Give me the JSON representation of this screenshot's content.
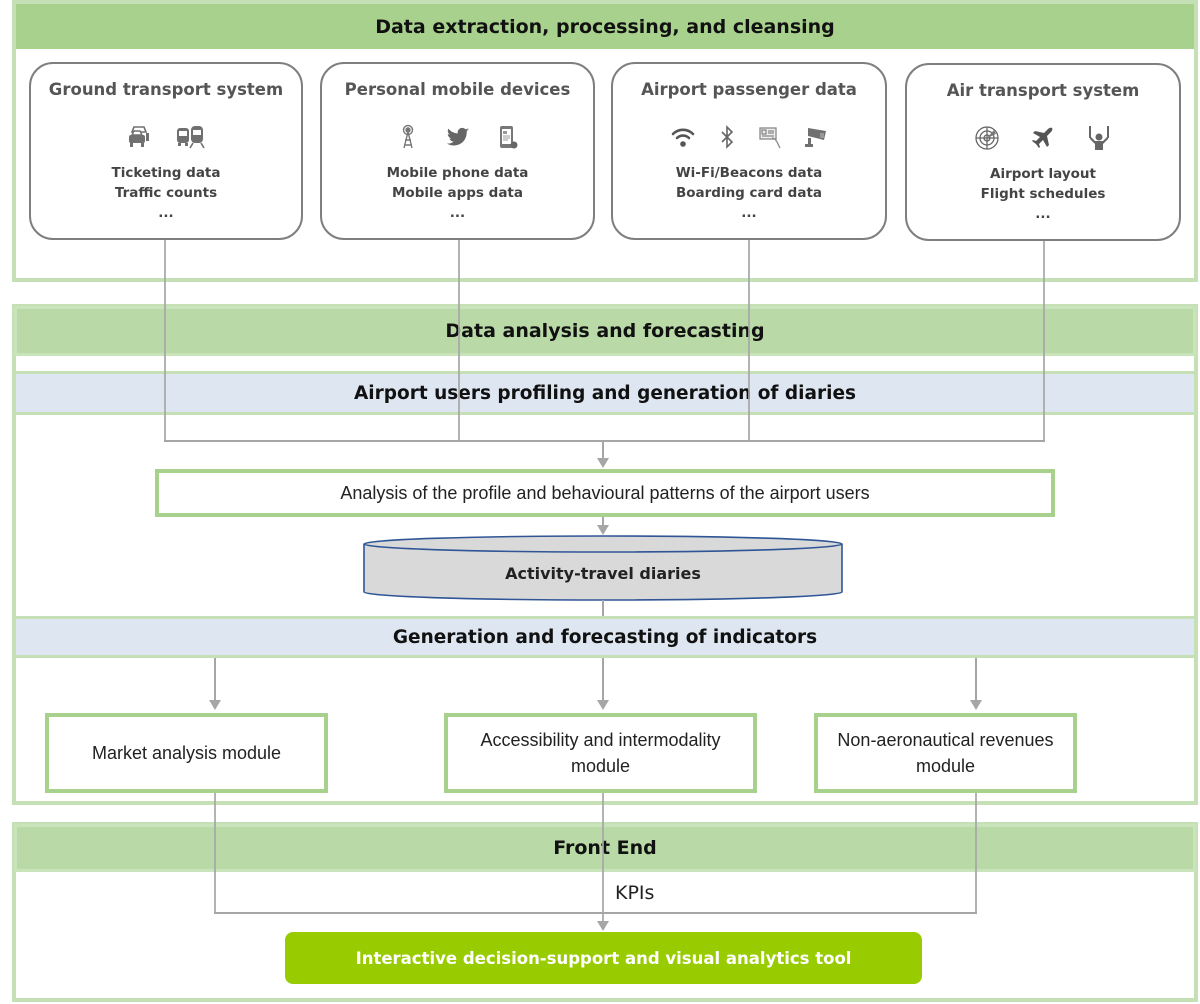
{
  "sections": {
    "extraction": {
      "title": "Data extraction, processing, and cleansing"
    },
    "analysis": {
      "title": "Data analysis and forecasting"
    },
    "frontend": {
      "title": "Front End"
    }
  },
  "sources": [
    {
      "title": "Ground transport system",
      "icons": [
        "cars-icon",
        "bus-train-icon"
      ],
      "lines": [
        "Ticketing data",
        "Traffic counts",
        "..."
      ]
    },
    {
      "title": "Personal mobile devices",
      "icons": [
        "antenna-tower-icon",
        "twitter-bird-icon",
        "mobile-app-icon"
      ],
      "lines": [
        "Mobile phone data",
        "Mobile apps data",
        "..."
      ]
    },
    {
      "title": "Airport passenger data",
      "icons": [
        "wifi-icon",
        "bluetooth-icon",
        "boarding-card-icon",
        "cctv-camera-icon"
      ],
      "lines": [
        "Wi-Fi/Beacons data",
        "Boarding card data",
        "..."
      ]
    },
    {
      "title": "Air transport system",
      "icons": [
        "radar-icon",
        "airplane-icon",
        "marshaller-icon"
      ],
      "lines": [
        "Airport layout",
        "Flight schedules",
        "..."
      ]
    }
  ],
  "profiling": {
    "title": "Airport users profiling and generation of diaries",
    "analysis_box": "Analysis of the profile and behavioural patterns of the airport users",
    "database": "Activity-travel diaries"
  },
  "indicators": {
    "title": "Generation and forecasting of indicators",
    "modules": [
      {
        "line1": "Market analysis module",
        "line2": ""
      },
      {
        "line1": "Accessibility and intermodality",
        "line2": "module"
      },
      {
        "line1": "Non-aeronautical revenues",
        "line2": "module"
      }
    ]
  },
  "frontend": {
    "kpis_label": "KPIs",
    "tool_button": "Interactive decision-support and visual analytics tool"
  },
  "colors": {
    "section_border": "#c5e0b4",
    "header_green": "#a9d18e",
    "header_blue": "#dee6f2",
    "tool_green": "#99cc00",
    "connector_gray": "#a6a6a6",
    "database_fill": "#d9d9d9",
    "database_stroke": "#2f5597"
  }
}
